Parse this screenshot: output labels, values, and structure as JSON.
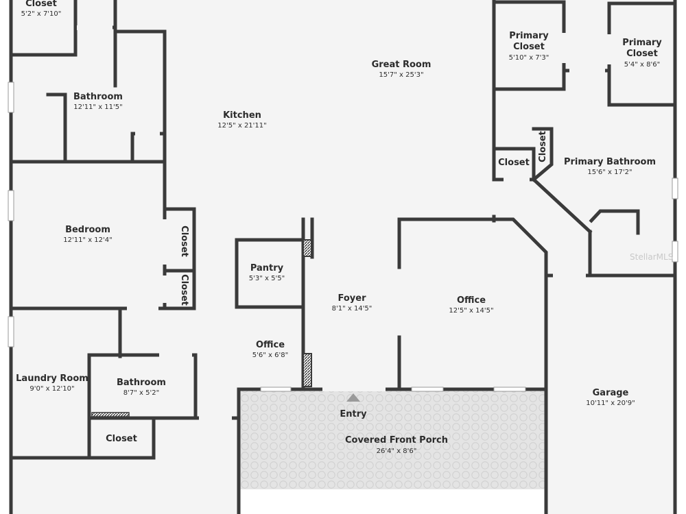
{
  "rooms": {
    "closet_top": {
      "name": "Closet",
      "dim": "5'2\" x 7'10\""
    },
    "bathroom_top": {
      "name": "Bathroom",
      "dim": "12'11\" x 11'5\""
    },
    "kitchen": {
      "name": "Kitchen",
      "dim": "12'5\" x 21'11\""
    },
    "great_room": {
      "name": "Great Room",
      "dim": "15'7\" x 25'3\""
    },
    "primary_closet_a": {
      "name1": "Primary",
      "name2": "Closet",
      "dim": "5'10\" x 7'3\""
    },
    "primary_closet_b": {
      "name1": "Primary",
      "name2": "Closet",
      "dim": "5'4\" x 8'6\""
    },
    "closet_pb_a": {
      "name": "Closet"
    },
    "closet_pb_b": {
      "name": "Closet"
    },
    "primary_bathroom": {
      "name": "Primary Bathroom",
      "dim": "15'6\" x 17'2\""
    },
    "bedroom": {
      "name": "Bedroom",
      "dim": "12'11\" x 12'4\""
    },
    "closet_bed_a": {
      "name": "Closet"
    },
    "closet_bed_b": {
      "name": "Closet"
    },
    "pantry": {
      "name": "Pantry",
      "dim": "5'3\" x 5'5\""
    },
    "foyer": {
      "name": "Foyer",
      "dim": "8'1\" x 14'5\""
    },
    "office_right": {
      "name": "Office",
      "dim": "12'5\" x 14'5\""
    },
    "office_small": {
      "name": "Office",
      "dim": "5'6\" x 6'8\""
    },
    "laundry": {
      "name": "Laundry Room",
      "dim": "9'0\" x 12'10\""
    },
    "bathroom_bottom": {
      "name": "Bathroom",
      "dim": "8'7\" x 5'2\""
    },
    "closet_bottom": {
      "name": "Closet"
    },
    "entry": {
      "name": "Entry"
    },
    "porch": {
      "name": "Covered Front Porch",
      "dim": "26'4\" x 8'6\""
    },
    "garage": {
      "name": "Garage",
      "dim": "10'11\" x 20'9\""
    }
  },
  "watermark": "StellarMLS",
  "colors": {
    "wall": "#3a3a3a",
    "floor": "#f4f4f4",
    "porch": "#e2e2e2",
    "tile": "#cfcfcf"
  }
}
